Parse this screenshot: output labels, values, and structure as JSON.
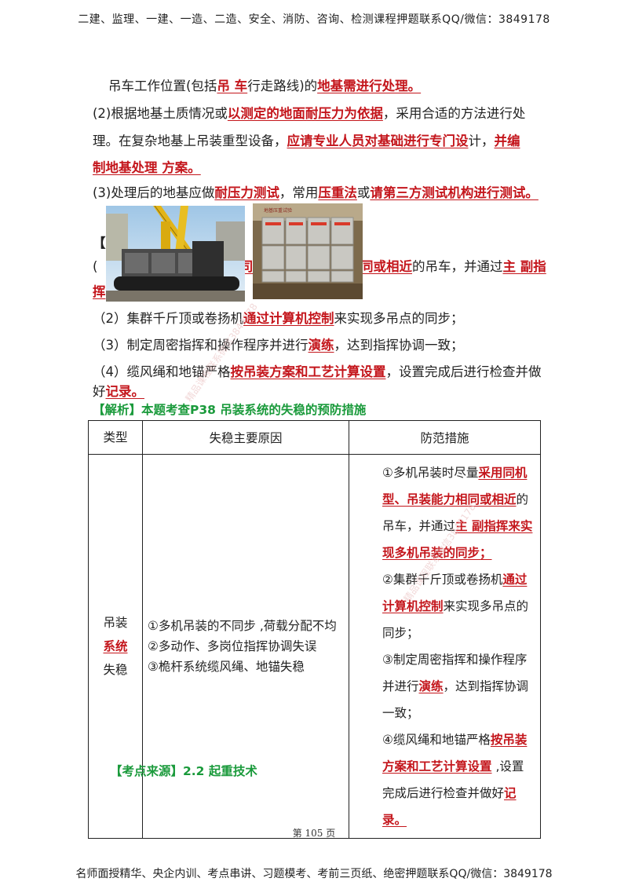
{
  "header": {
    "text": "二建、监理、一建、一造、二造、安全、消防、咨询、检测课程押题联系QQ/微信：3849178"
  },
  "footer": {
    "text": "名师面授精华、央企内训、考点串讲、习题模考、考前三页纸、绝密押题联系QQ/微信：3849178"
  },
  "page_number": "第 105 页",
  "paragraphs": {
    "p1": {
      "a": "吊车工作位置(包括",
      "b": "吊 车",
      "c": "行走路线)的",
      "d": "地基需进行处理。"
    },
    "p2": {
      "a": "(2)根据地基土质情况或",
      "b": "以测定的地面耐压力为依据",
      "c": "，采用合适的方法进行处"
    },
    "p3": {
      "a": "理。在复杂地基上吊装重型设备，",
      "b": "应请专业人员对基础进行专门设",
      "c": "计，",
      "d": "并编"
    },
    "p4": {
      "a": "制地基处理 方案。"
    },
    "p5": {
      "a": "(3)处理后的地基应做",
      "b": "耐压力测试",
      "c": "，常用",
      "d": "压重法",
      "e": "或",
      "f": "请第三方测试机构进行测试。"
    }
  },
  "partial_lines": {
    "bracket": "【",
    "l1_left": "(",
    "l1_hidden": "司",
    "l1_red": "同或相近",
    "l1_rest": "的吊车，并通过",
    "l1_red2": "主 副指",
    "l2_left": "挥"
  },
  "measures_list": [
    {
      "a": "（2）集群千斤顶或卷扬机",
      "b": "通过计算机控制",
      "c": "来实现多吊点的同步；"
    },
    {
      "a": "（3）制定周密指挥和操作程序并进行",
      "b": "演练",
      "c": "，达到指挥协调一致；"
    },
    {
      "a": "（4）缆风绳和地锚严格",
      "b": "按吊装方案和工艺计算设置",
      "c": "，设置完成后进行检查并做"
    },
    {
      "a": "好",
      "b": "记录。",
      "c": ""
    }
  ],
  "analysis": "【解析】本题考查P38  吊装系统的失稳的预防措施",
  "source": "【考点来源】2.2 起重技术",
  "table": {
    "headers": [
      "类型",
      "失稳主要原因",
      "防范措施"
    ],
    "type": {
      "l1": "吊装",
      "l2": "系统",
      "l3": "失稳"
    },
    "causes": [
      "①多机吊装的不同步 ,荷载分配不均",
      "②多动作、多岗位指挥协调失误",
      "③桅杆系统缆风绳、地锚失稳"
    ],
    "measures": {
      "m1a": "①多机吊装时尽量",
      "m1b": "采用同机型、吊装能力相同或相近",
      "m1c": "的吊车，并通过",
      "m1d": "主 副指挥来实现多机吊装的同步；",
      "m2a": "②集群千斤顶或卷扬机",
      "m2b": "通过计算机控制",
      "m2c": "来实现多吊点的同步；",
      "m3a": "③制定周密指挥和操作程序并进行",
      "m3b": "演练",
      "m3c": "，达到指挥协调一致；",
      "m4a": "④缆风绳和地锚严格",
      "m4b": "按吊装方案和工艺计算设置",
      "m4c": " ,设置完成后进行检查并做好",
      "m4d": "记录。"
    }
  },
  "photo_labels": [
    "地基压重试验"
  ],
  "watermark": "精品课程联系微信3849178"
}
